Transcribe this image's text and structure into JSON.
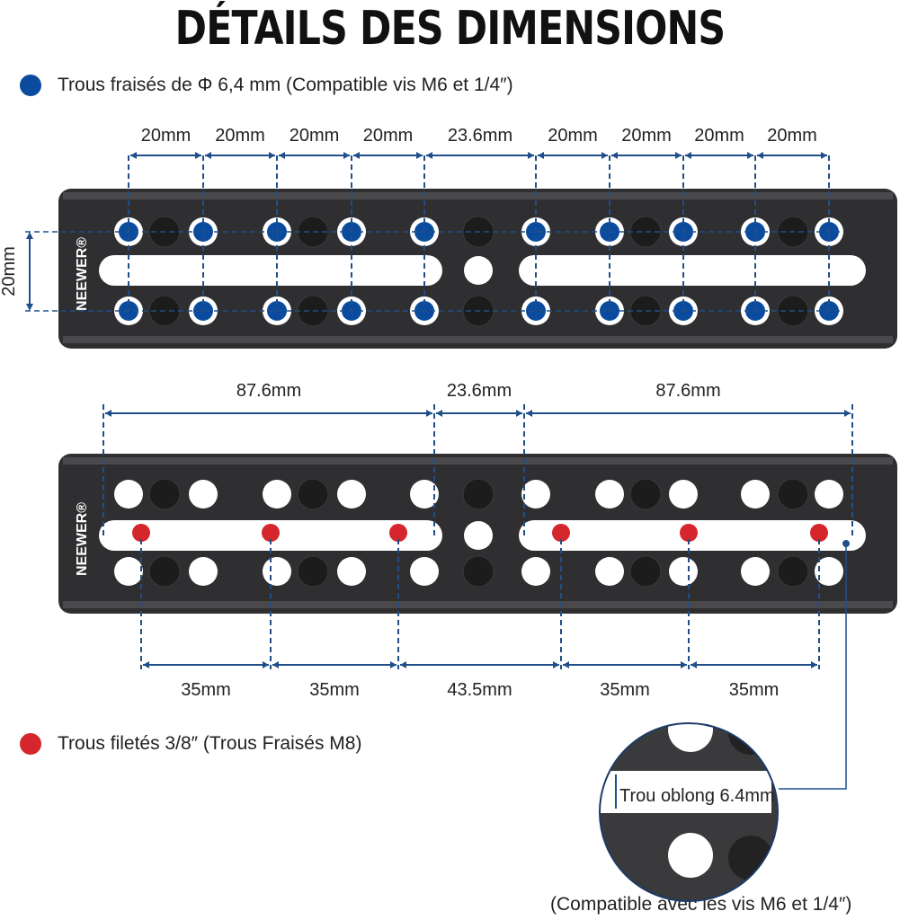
{
  "title": "DÉTAILS DES DIMENSIONS",
  "legend_blue": {
    "text": "Trous fraisés de Φ 6,4 mm (Compatible vis M6 et 1/4″)",
    "color": "#0b4b9e"
  },
  "legend_red": {
    "text": "Trous filetés 3/8″ (Trous Fraisés M8)",
    "color": "#d4262b"
  },
  "brand": "NEEWER®",
  "plate1": {
    "spacing_labels": [
      "20mm",
      "20mm",
      "20mm",
      "20mm",
      "23.6mm",
      "20mm",
      "20mm",
      "20mm",
      "20mm"
    ],
    "row_spacing_label": "20mm"
  },
  "plate2": {
    "top_labels": [
      "87.6mm",
      "23.6mm",
      "87.6mm"
    ],
    "bottom_labels": [
      "35mm",
      "35mm",
      "43.5mm",
      "35mm",
      "35mm"
    ]
  },
  "magnifier": {
    "slot_label": "Trou oblong 6.4mm",
    "caption": "(Compatible avec les vis M6 et 1/4″)"
  },
  "colors": {
    "plate": "#2f2f31",
    "dim_line": "#1f4f8a"
  }
}
